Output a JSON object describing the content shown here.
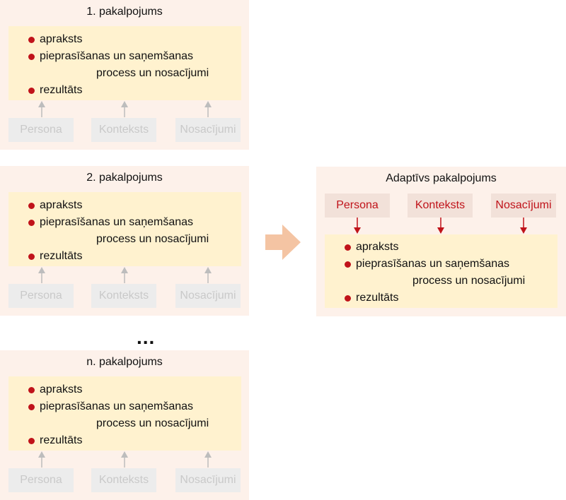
{
  "services": [
    {
      "title": "1. pakalpojums"
    },
    {
      "title": "2. pakalpojums"
    },
    {
      "title": "n. pakalpojums"
    }
  ],
  "content": {
    "apraksts": "apraksts",
    "line2a": "pieprasīšanas un saņemšanas",
    "line2b": "process un nosacījumi",
    "rezultats": "rezultāts"
  },
  "tags": {
    "persona": "Persona",
    "konteksts": "Konteksts",
    "nosacijumi": "Nosacījumi"
  },
  "ellipsis": "...",
  "adaptive": {
    "title": "Adaptīvs pakalpojums"
  },
  "colors": {
    "panel_bg": "#fdf1ea",
    "inner_bg": "#fff2cf",
    "bullet": "#c0131a",
    "active_text": "#c0131a",
    "active_tag_bg": "#f2e1d9",
    "dim_tag_bg": "#ececec",
    "dim_text": "#c9c9c9",
    "big_arrow": "#f4c4a3"
  }
}
